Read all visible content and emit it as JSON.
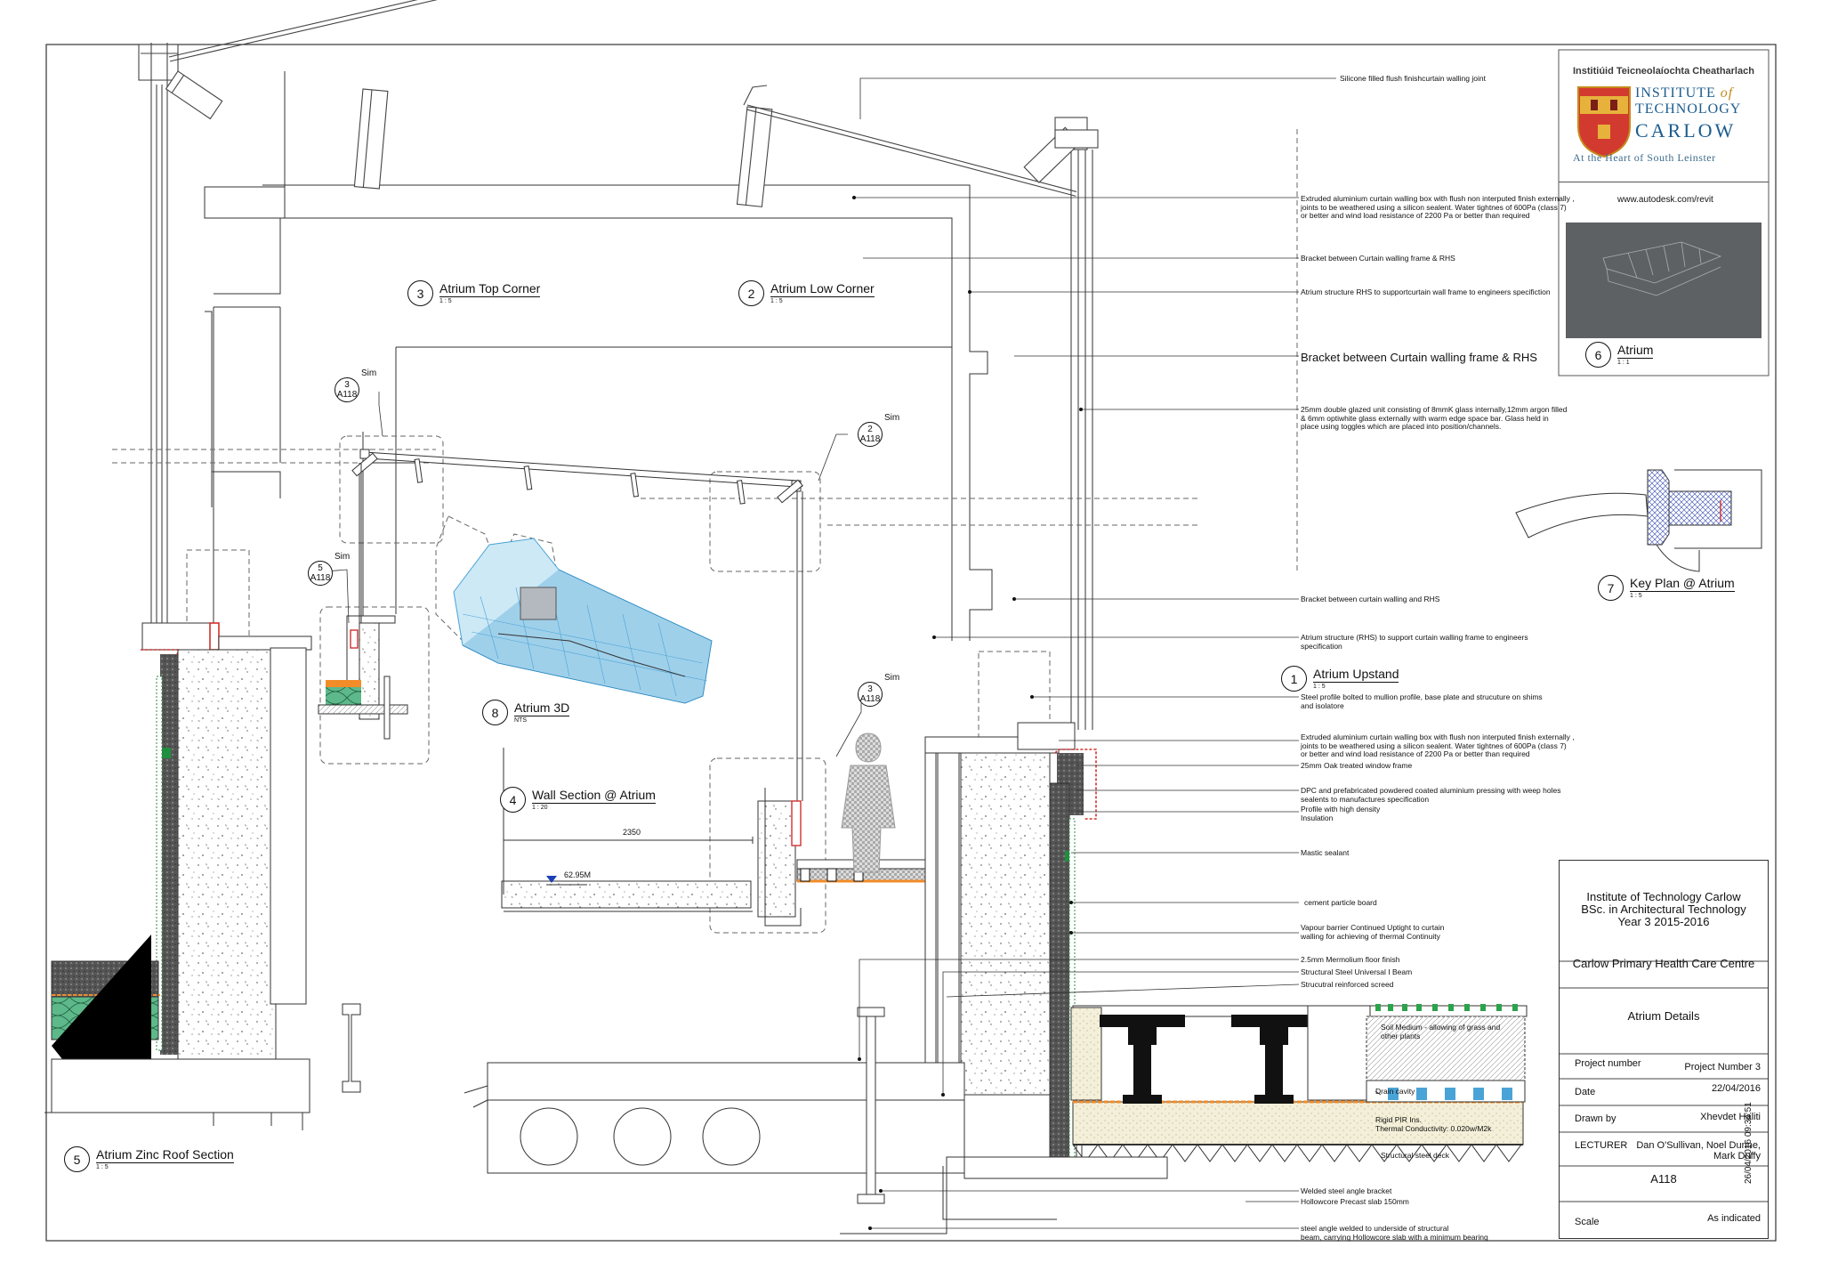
{
  "logo": {
    "top_line": "Institiúid Teicneolaíochta Cheatharlach",
    "name_line1": "INSTITUTE",
    "name_of": "of",
    "name_line2": "TECHNOLOGY",
    "name_line3": "CARLOW",
    "tagline": "At the Heart of South Leinster"
  },
  "revit_url": "www.autodesk.com/revit",
  "views": [
    {
      "num": "3",
      "name": "Atrium Top Corner",
      "scale": "1 : 5"
    },
    {
      "num": "2",
      "name": "Atrium Low Corner",
      "scale": "1 : 5"
    },
    {
      "num": "6",
      "name": "Atrium",
      "scale": "1 : 1"
    },
    {
      "num": "7",
      "name": "Key Plan @ Atrium",
      "scale": "1 : 5"
    },
    {
      "num": "1",
      "name": "Atrium Upstand",
      "scale": "1 : 5"
    },
    {
      "num": "8",
      "name": "Atrium 3D",
      "scale": "NTS"
    },
    {
      "num": "4",
      "name": "Wall Section @ Atrium",
      "scale": "1 : 20"
    },
    {
      "num": "5",
      "name": "Atrium Zinc Roof Section",
      "scale": "1 : 5"
    }
  ],
  "callouts": [
    {
      "num": "3",
      "ref": "A118",
      "note": "Sim"
    },
    {
      "num": "2",
      "ref": "A118",
      "note": "Sim"
    },
    {
      "num": "5",
      "ref": "A118",
      "note": "Sim"
    },
    {
      "num": "3",
      "ref": "A118",
      "note": "Sim"
    }
  ],
  "dimension": "2350",
  "level": "62.95M",
  "notes_right": [
    "Silicone filled flush finishcurtain walling joint",
    "Extruded aluminium curtain walling box with flush non interputed finish externally ,\njoints to be weathered using a silicon sealent. Water tightnes of 600Pa (class 7)\nor better and wind load resistance of 2200 Pa or better than required",
    "Bracket between Curtain walling frame & RHS",
    "Atrium structure RHS to supportcurtain wall frame to engineers specifiction",
    "Bracket between Curtain walling frame & RHS",
    "25mm double glazed unit consisting of 8mmK glass internally,12mm argon filled\n& 6mm optiwhite glass externally with warm edge space bar. Glass held in\nplace using toggles which are placed into position/channels.",
    "Bracket between curtain walling and RHS",
    "Atrium structure (RHS) to support curtain walling frame to engineers\nspecification",
    "Steel profile bolted to mullion profile, base plate and strucuture on shims\nand isolatore",
    "Extruded aluminium curtain walling box with flush non interputed finish externally ,\njoints to be weathered using a silicon sealent. Water tightnes of 600Pa (class 7)\nor better and wind load resistance of 2200 Pa or better than required",
    "25mm Oak treated window frame",
    "DPC and prefabricated powdered coated aluminium pressing with weep holes\nsealents to manufactures specification",
    "Profile with high density\nInsulation",
    "Mastic sealant",
    "cement particle board",
    "Vapour barrier Continued Uptight to curtain\nwalling for achieving of thermal Continuity",
    "2.5mm Mermolium floor finish",
    "Structural Steel Universal I Beam",
    "Strucutral reinforced screed",
    "Welded steel angle bracket",
    "Hollowcore Precast slab 150mm",
    "steel angle welded to underside of structural\nbeam, carrying Hollowcore slab with a minimum bearing"
  ],
  "notes_green": [
    "Soil Medium - allowing of grass and\nother plants",
    "Drain cavity",
    "Rigid PIR Ins.\nThermal Conductivity: 0.020w/M2k",
    "Structural steel deck"
  ],
  "title_block": {
    "institution": "Institute of Technology Carlow",
    "course": "BSc. in Architectural Technology",
    "year": "Year 3  2015-2016",
    "project": "Carlow Primary Health Care Centre",
    "sheet_title": "Atrium Details",
    "project_number_label": "Project number",
    "project_number": "Project Number 3",
    "date_label": "Date",
    "date": "22/04/2016",
    "drawn_by_label": "Drawn by",
    "drawn_by": "Xhevdet Haliti",
    "lecturer_label": "LECTURER",
    "lecturer": "Dan O'Sullivan, Noel Dunne,\nMark Duffy",
    "sheet_number": "A118",
    "scale_label": "Scale",
    "scale": "As indicated"
  },
  "timestamp": "26/04/2016 09:34:51",
  "colors": {
    "detail_red": "#d0312d",
    "insulation_green": "#5db88a",
    "membrane_orange": "#f28c28",
    "glass_blue": "#4aa3d6"
  }
}
